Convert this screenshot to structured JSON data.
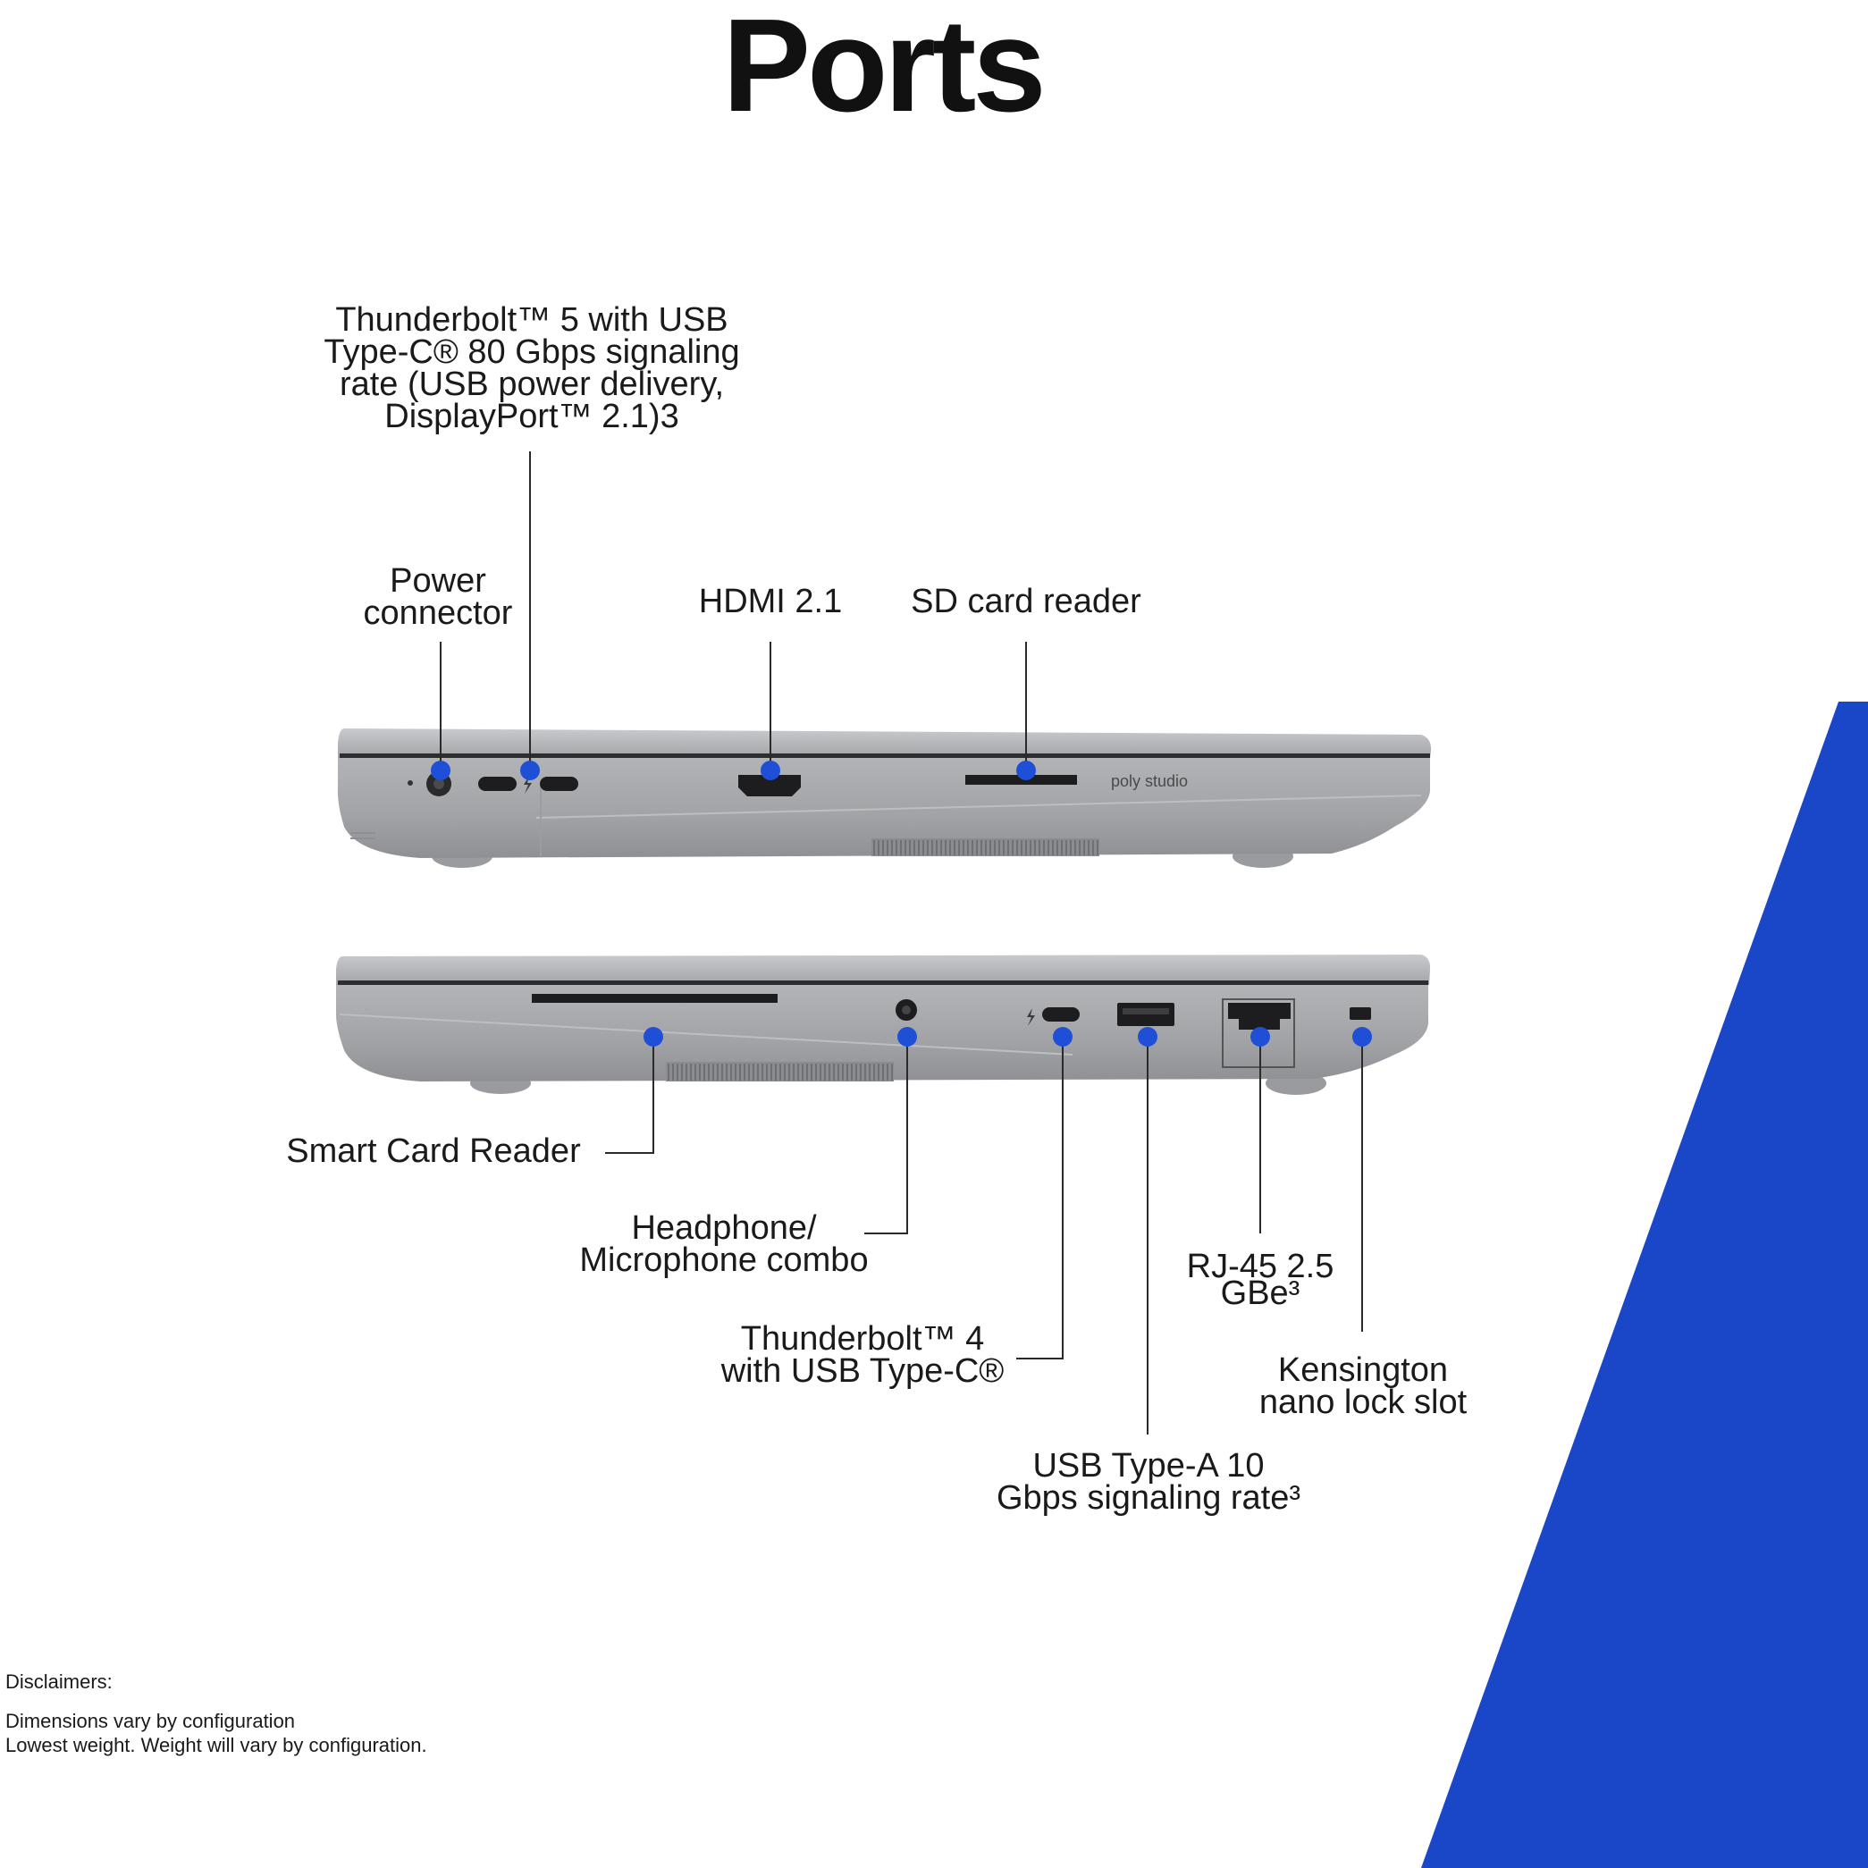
{
  "title": "Ports",
  "colors": {
    "accent_blue": "#1a47c8",
    "marker_blue": "#1f4fd6",
    "chassis": "#a9aaad",
    "leader": "#2a2a2a"
  },
  "top_side": {
    "brand_mark": "poly studio",
    "labels": {
      "thunderbolt5": [
        "Thunderbolt™ 5 with USB",
        "Type-C® 80 Gbps signaling",
        "rate (USB power delivery,",
        "DisplayPort™ 2.1)3"
      ],
      "power": [
        "Power",
        "connector"
      ],
      "hdmi": [
        "HDMI 2.1"
      ],
      "sd": [
        "SD card reader"
      ]
    }
  },
  "bottom_side": {
    "labels": {
      "smart_card": [
        "Smart Card Reader"
      ],
      "headphone": [
        "Headphone/",
        "Microphone combo"
      ],
      "thunderbolt4": [
        "Thunderbolt™ 4",
        "with USB Type-C®"
      ],
      "usb_a": [
        "USB Type-A 10",
        "Gbps signaling rate³"
      ],
      "rj45": [
        "RJ-45 2.5",
        "GBe³"
      ],
      "kensington": [
        "Kensington",
        "nano lock slot"
      ]
    }
  },
  "disclaimers": {
    "heading": "Disclaimers:",
    "lines": [
      "Dimensions vary by configuration",
      "Lowest weight. Weight will vary by configuration."
    ]
  }
}
